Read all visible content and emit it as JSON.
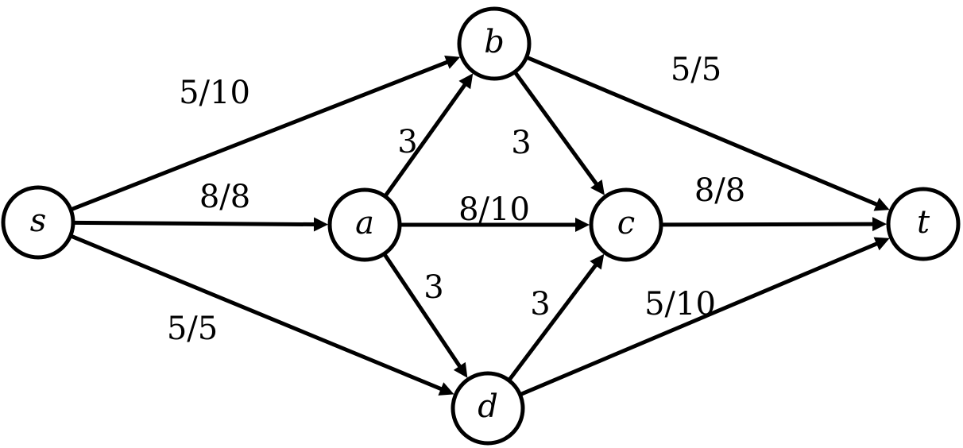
{
  "graph": {
    "nodes": [
      {
        "id": "s",
        "label": "s"
      },
      {
        "id": "a",
        "label": "a"
      },
      {
        "id": "b",
        "label": "b"
      },
      {
        "id": "c",
        "label": "c"
      },
      {
        "id": "d",
        "label": "d"
      },
      {
        "id": "t",
        "label": "t"
      }
    ],
    "edges": [
      {
        "from": "s",
        "to": "b",
        "label": "5/10"
      },
      {
        "from": "s",
        "to": "a",
        "label": "8/8"
      },
      {
        "from": "s",
        "to": "d",
        "label": "5/5"
      },
      {
        "from": "a",
        "to": "b",
        "label": "3"
      },
      {
        "from": "a",
        "to": "c",
        "label": "8/10"
      },
      {
        "from": "a",
        "to": "d",
        "label": "3"
      },
      {
        "from": "b",
        "to": "c",
        "label": "3"
      },
      {
        "from": "b",
        "to": "t",
        "label": "5/5"
      },
      {
        "from": "d",
        "to": "c",
        "label": "3"
      },
      {
        "from": "c",
        "to": "t",
        "label": "8/8"
      },
      {
        "from": "d",
        "to": "t",
        "label": "5/10"
      }
    ]
  }
}
